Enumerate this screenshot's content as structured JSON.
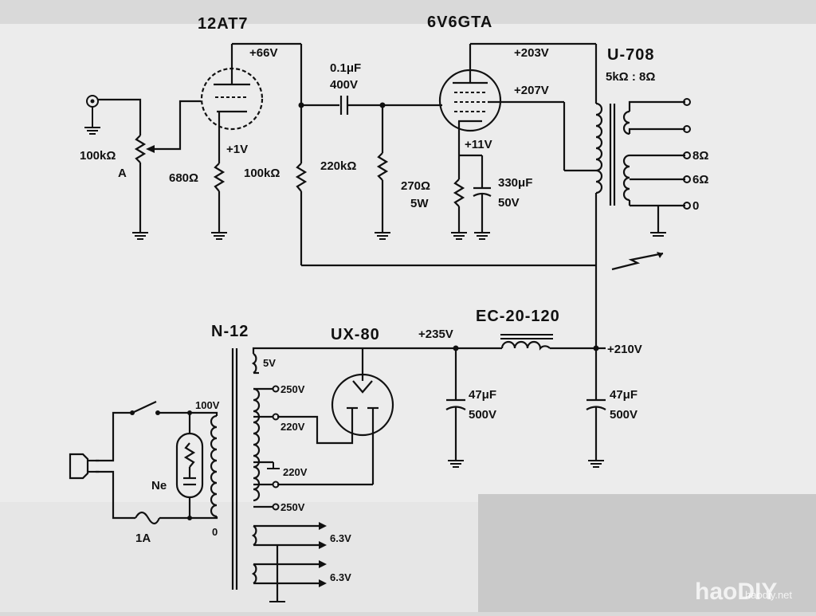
{
  "tubes": {
    "preamp": "12AT7",
    "output": "6V6GTA",
    "rectifier": "UX-80"
  },
  "transformers": {
    "output_name": "U-708",
    "output_ratio": "5kΩ : 8Ω",
    "power_name": "N-12"
  },
  "choke": "EC-20-120",
  "voltages": {
    "plate_12at7": "+66V",
    "cathode_12at7": "+1V",
    "plate_6v6": "+203V",
    "screen_6v6": "+207V",
    "cathode_6v6": "+11V",
    "rect_out": "+235V",
    "b_plus": "+210V"
  },
  "components": {
    "volume_pot": "100kΩ",
    "volume_taper": "A",
    "r_cathode_pre": "680Ω",
    "r_plate_pre": "100kΩ",
    "c_coupling_value": "0.1μF",
    "c_coupling_volt": "400V",
    "r_grid": "220kΩ",
    "r_cathode_out_value": "270Ω",
    "r_cathode_out_power": "5W",
    "c_cathode_value": "330μF",
    "c_cathode_volt": "50V",
    "c_filter1_value": "47μF",
    "c_filter1_volt": "500V",
    "c_filter2_value": "47μF",
    "c_filter2_volt": "500V",
    "neon": "Ne",
    "fuse": "1A"
  },
  "output_taps": [
    "8Ω",
    "6Ω",
    "0"
  ],
  "power_taps": {
    "primary_top": "100V",
    "primary_bottom": "0",
    "heater_5v": "5V",
    "hv_250_a": "250V",
    "hv_220_a": "220V",
    "hv_220_b": "220V",
    "hv_250_b": "250V",
    "heater_63_a": "6.3V",
    "heater_63_b": "6.3V"
  },
  "watermark": {
    "logo": "haoDIY",
    "url": "haodiy.net"
  }
}
